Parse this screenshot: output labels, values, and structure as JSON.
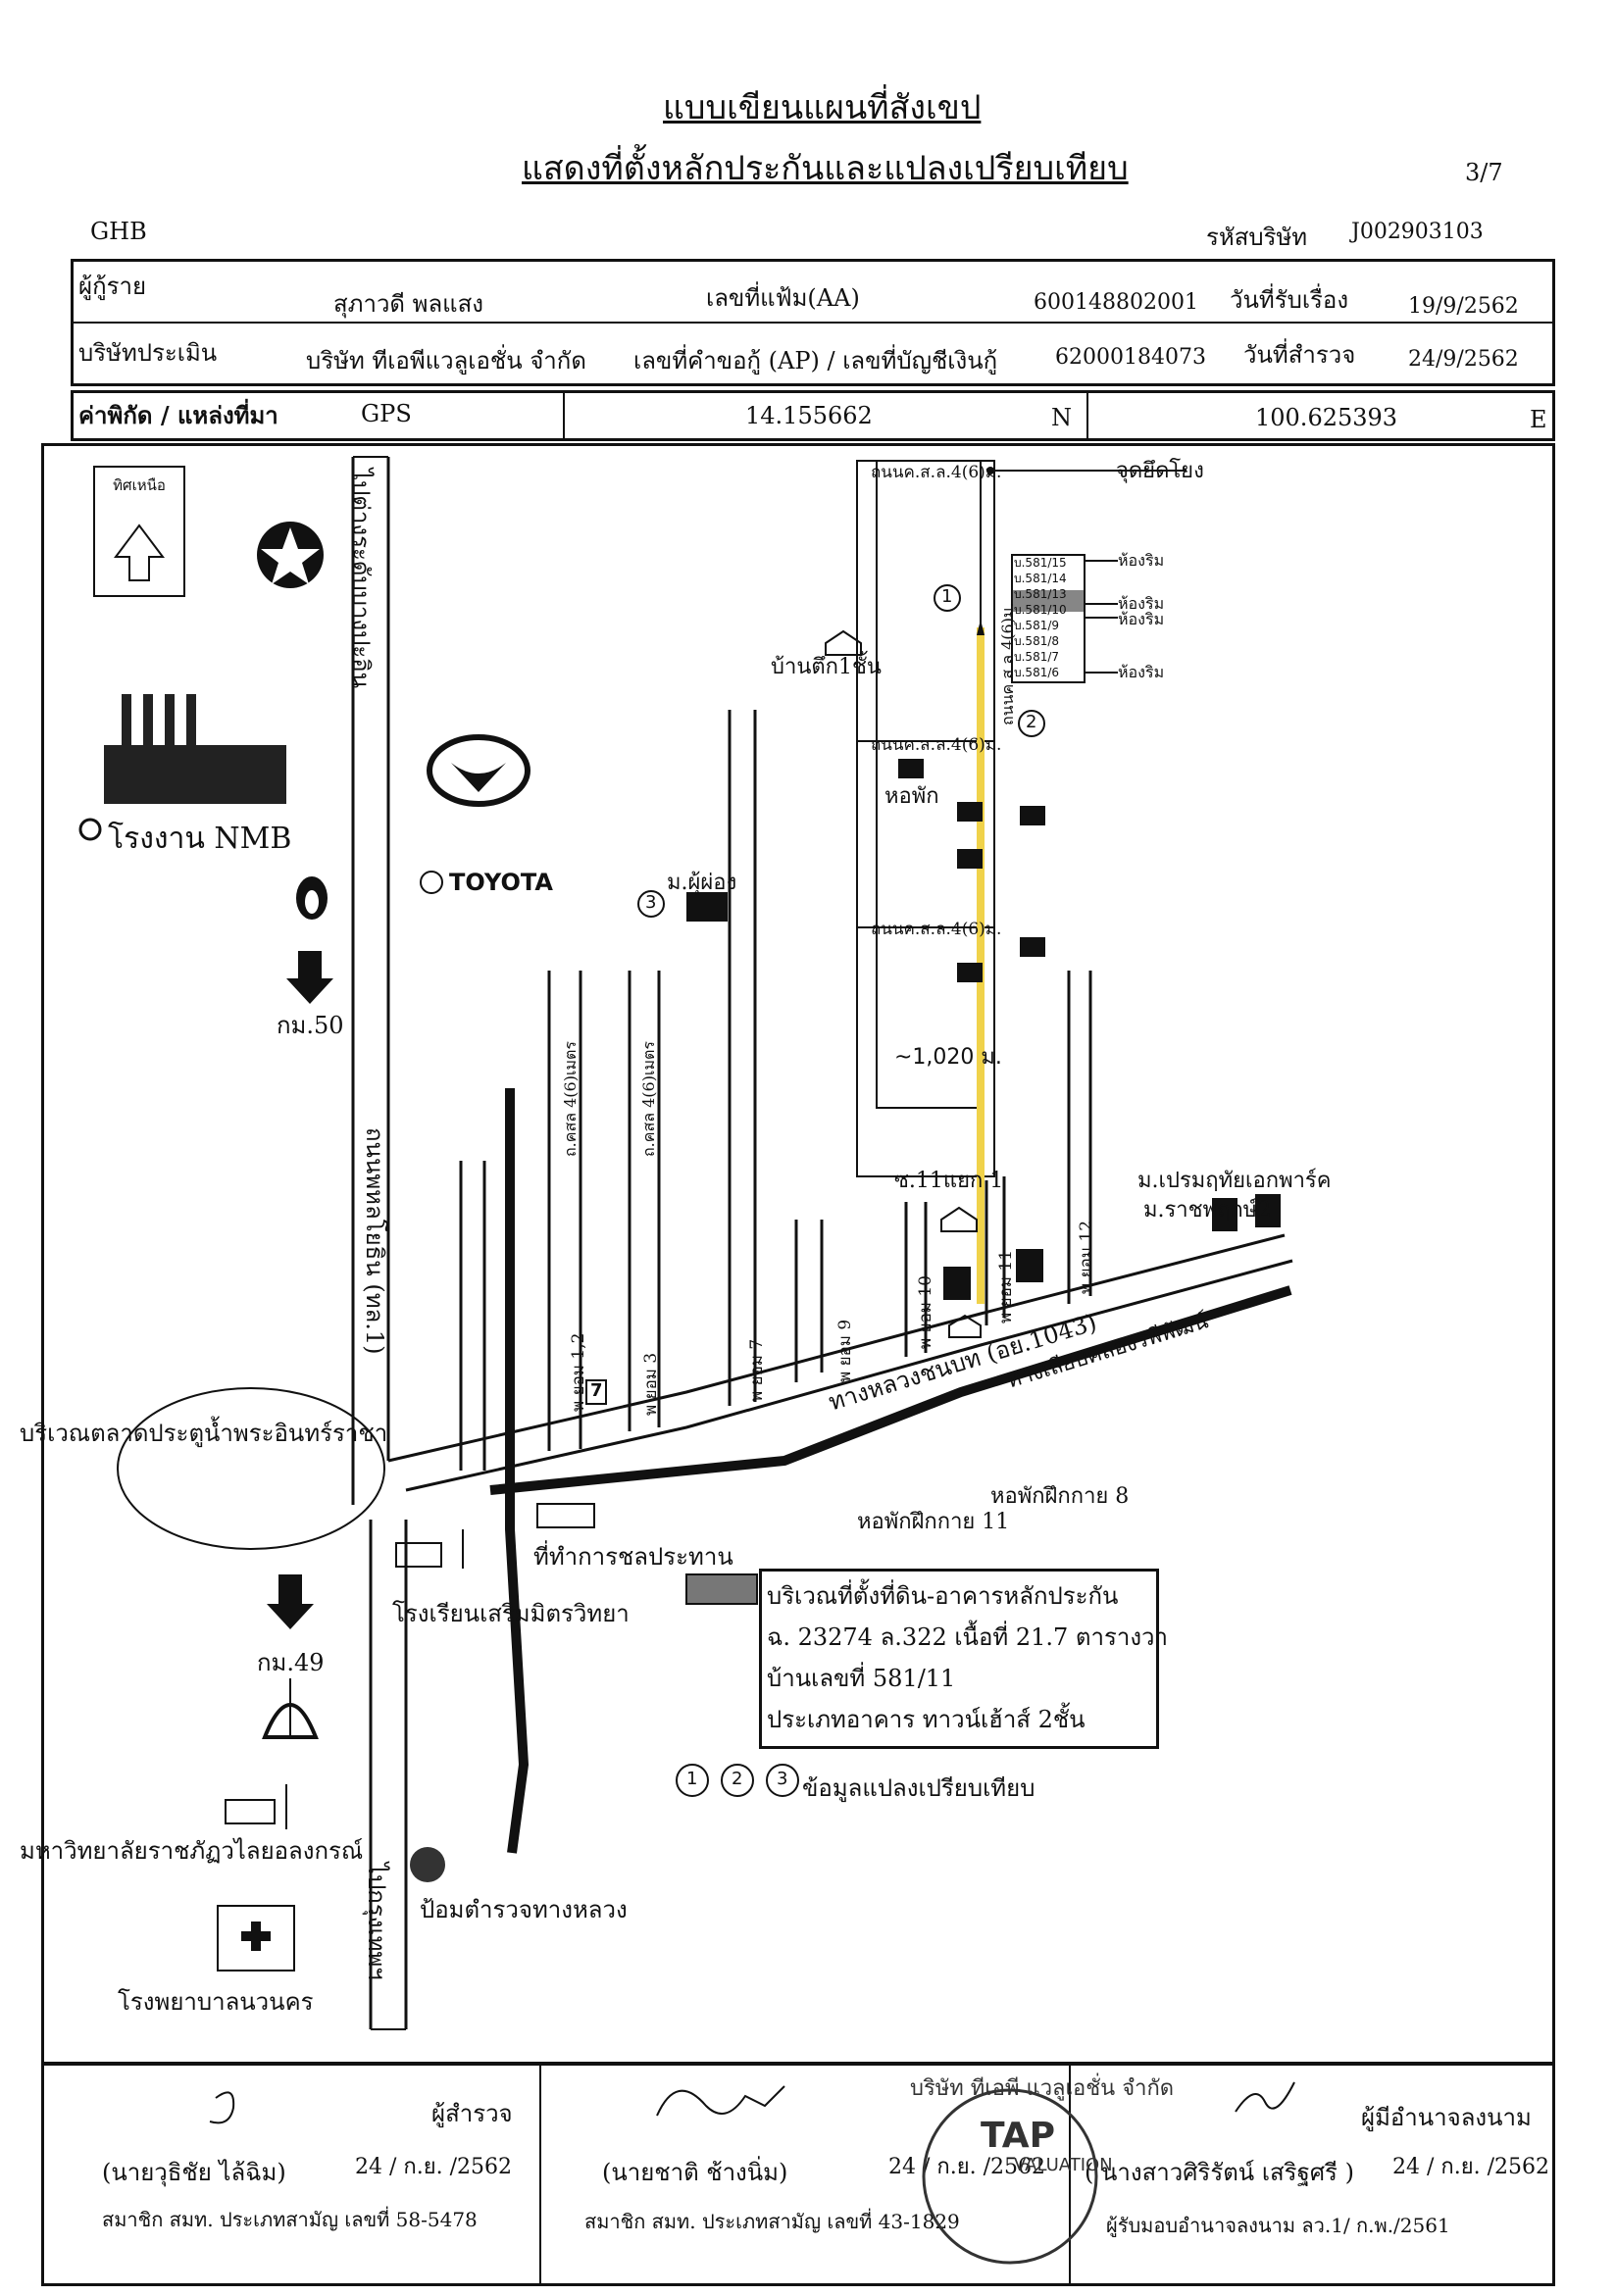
{
  "header": {
    "title": "แบบเขียนแผนที่สังเขป",
    "subtitle": "แสดงที่ตั้งหลักประกันและแปลงเปรียบเทียบ",
    "page_no": "3/7",
    "bank": "GHB",
    "company_code_label": "รหัสบริษัท",
    "company_code": "J002903103"
  },
  "info": {
    "borrower_label": "ผู้กู้ราย",
    "borrower": "สุภาวดี พลแสง",
    "file_no_label": "เลขที่แฟ้ม(AA)",
    "file_no": "600148802001",
    "received_label": "วันที่รับเรื่อง",
    "received_date": "19/9/2562",
    "appraiser_label": "บริษัทประเมิน",
    "appraiser": "บริษัท ทีเอพีแวลูเอชั่น จำกัด",
    "request_no_label": "เลขที่คำขอกู้ (AP) / เลขที่บัญชีเงินกู้",
    "request_no": "62000184073",
    "survey_label": "วันที่สำรวจ",
    "survey_date": "24/9/2562"
  },
  "coords": {
    "label": "ค่าพิกัด / แหล่งที่มา",
    "source": "GPS",
    "lat": "14.155662",
    "lat_dir": "N",
    "lon": "100.625393",
    "lon_dir": "E"
  },
  "map": {
    "north_label": "ทิศเหนือ",
    "road_main_v": "ไปต่างระดับบางปะอิน",
    "road_phahon": "ถนนพหลโยธิน (ทล.1)",
    "to_bangkok": "ไปกรุงเทพฯ",
    "factory": "โรงงาน NMB",
    "toyota": "TOYOTA",
    "km50": "กม.50",
    "km49": "กม.49",
    "lake": "บริเวณตลาดประตูน้ำพระอินทร์ราชา",
    "univ": "มหาวิทยาลัยราชภัฏวไลยอลงกรณ์",
    "hospital": "โรงพยาบาลนวนคร",
    "police": "ป้อมตำรวจทางหลวง",
    "school": "โรงเรียนเสริมมิตรวิทยา",
    "irrigation": "ที่ทำการชลประทาน",
    "highway": "ทางหลวงชนบท (อย.1043)",
    "highway2": "ทางเลียบคลองรพีพัฒน์",
    "dorm11": "หอพักฝึกกาย 11",
    "dorm8": "หอพักฝึกกาย 8",
    "village_premrudee": "ม.เปรมฤทัยเอกพาร์ค",
    "village_ratch": "ม.ราชพฤกษ์2",
    "village_phu": "ม.ผุ้ผ่อง",
    "house1": "บ้านตึก1ชั้น",
    "dorm": "หอพัก",
    "distance": "~1,020 ม.",
    "soi11_1": "ซ.11แยก 1",
    "ref_point": "จุดยึดโยง",
    "road_top": "ถนนค.ส.ล.4(6)ม.",
    "road_mid1": "ถนนค.ส.ล.4(6)ม.",
    "road_mid2": "ถนนค.ส.ล.4(6)ม.",
    "road_vert": "ถนนค.ส.ล.4(6)ม.",
    "road_ksl1": "ถ.คสล 4(6)เมตร",
    "road_ksl2": "ถ.คสล 4(6)เมตร",
    "soi_1_2": "พ ยอม 1,2",
    "soi_3": "พ ยอม 3",
    "soi_7": "พ ยอม 7",
    "soi_9": "พ ยอม 9",
    "soi_10": "พ ยอม 10",
    "soi_11": "พ ยอม 11",
    "soi_12": "พ ยอม 12",
    "seven": "7",
    "units": [
      "บ.581/15",
      "บ.581/14",
      "บ.581/13",
      "บ.581/10",
      "บ.581/9",
      "บ.581/8",
      "บ.581/7",
      "บ.581/6"
    ],
    "corner1": "ห้องริม",
    "corner2": "ห้องริม",
    "corner3": "ห้องริม",
    "corner4": "ห้องริม",
    "circle1": "1",
    "circle2": "2",
    "circle3": "3"
  },
  "legend": {
    "line1": "บริเวณที่ตั้งที่ดิน-อาคารหลักประกัน",
    "line2": "ฉ. 23274 ล.322  เนื้อที่ 21.7 ตารางวา",
    "line3": "บ้านเลขที่  581/11",
    "line4": "ประเภทอาคาร ทาวน์เฮ้าส์ 2ชั้น",
    "compare_label": "ข้อมูลแปลงเปรียบเทียบ",
    "c1": "1",
    "c2": "2",
    "c3": "3"
  },
  "signatures": {
    "s1_role": "ผู้สำรวจ",
    "s1_name": "(นายวุธิชัย ไล้ฉิม)",
    "s1_date": "24 / ก.ย. /2562",
    "s1_member": "สมาชิก สมท. ประเภทสามัญ เลขที่ 58-5478",
    "s2_name": "(นายชาติ ช้างนิ่ม)",
    "s2_date": "24 / ก.ย. /2562",
    "s2_member": "สมาชิก สมท. ประเภทสามัญ เลขที่ 43-1829",
    "s3_role": "ผู้มีอำนาจลงนาม",
    "s3_name": "( นางสาวศิริรัตน์ เสริฐศรี )",
    "s3_date": "24 / ก.ย. /2562",
    "s3_member": "ผู้รับมอบอำนาจลงนาม ลว.1/ ก.พ./2561",
    "stamp_company": "บริษัท ทีเอพี แวลูเอชั่น จำกัด",
    "stamp_valuation": "VALUATION",
    "stamp_tap": "TAP"
  }
}
